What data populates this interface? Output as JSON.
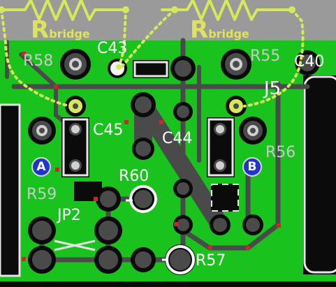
{
  "bridge_labels": {
    "left": {
      "main": "R",
      "sub": "bridge"
    },
    "right": {
      "main": "R",
      "sub": "bridge"
    }
  },
  "refdes": {
    "r58": "R58",
    "c43": "C43",
    "r55": "R55",
    "c40": "C40",
    "j5": "J5",
    "c45": "C45",
    "c44": "C44",
    "r56": "R56",
    "r60": "R60",
    "r59": "R59",
    "jp2": "JP2",
    "r57": "R57"
  },
  "test_points": {
    "a": "A",
    "b": "B"
  },
  "colors": {
    "pcb_green": "#19c21c",
    "trace_gray": "#4a4a4a",
    "overlay_gray": "#9a9a9a",
    "silkscreen": "#e6e6e6",
    "annotation_yellow": "#d7e85a",
    "testpoint_blue": "#1f34c9",
    "via_red": "#c8282a"
  }
}
